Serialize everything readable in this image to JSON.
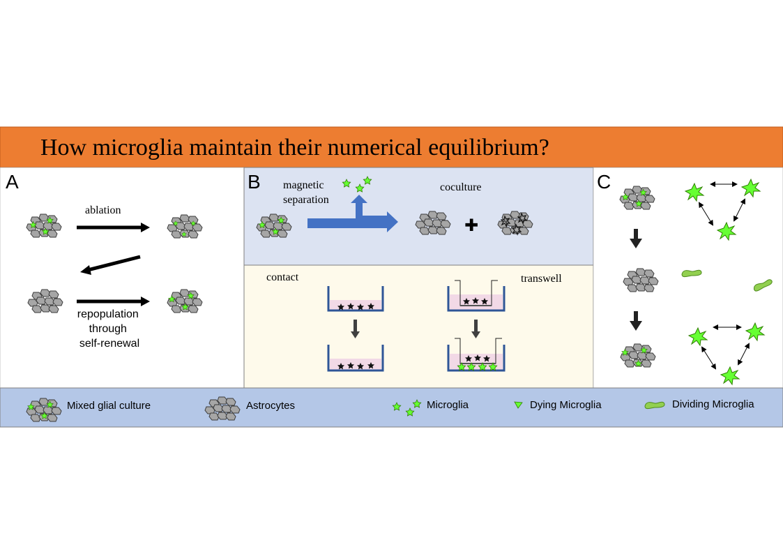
{
  "title": "How microglia maintain their numerical equilibrium?",
  "colors": {
    "title_bar": "#ED7D31",
    "panel_b_top": "#DCE3F2",
    "panel_b_bottom": "#FEFAEB",
    "legend_bar": "#B4C7E7",
    "arrow_blue": "#4472C4",
    "microglia_green": "#66FF33",
    "dividing_green": "#92D050",
    "astrocyte_gray": "#A6A6A6",
    "medium_pink": "#F2D9E6",
    "well_blue": "#2F5597"
  },
  "panel_a": {
    "letter": "A",
    "ablation_label": "ablation",
    "repopulation_lines": [
      "repopulation",
      "through",
      "self-renewal"
    ]
  },
  "panel_b": {
    "letter": "B",
    "separation_lines": [
      "magnetic",
      "separation"
    ],
    "coculture_label": "coculture",
    "plus_symbol": "✚",
    "contact_label": "contact",
    "transwell_label": "transwell"
  },
  "panel_c": {
    "letter": "C"
  },
  "legend": {
    "mixed": "Mixed glial culture",
    "astrocytes": "Astrocytes",
    "microglia": "Microglia",
    "dying": "Dying Microglia",
    "dividing": "Dividing Microglia"
  }
}
